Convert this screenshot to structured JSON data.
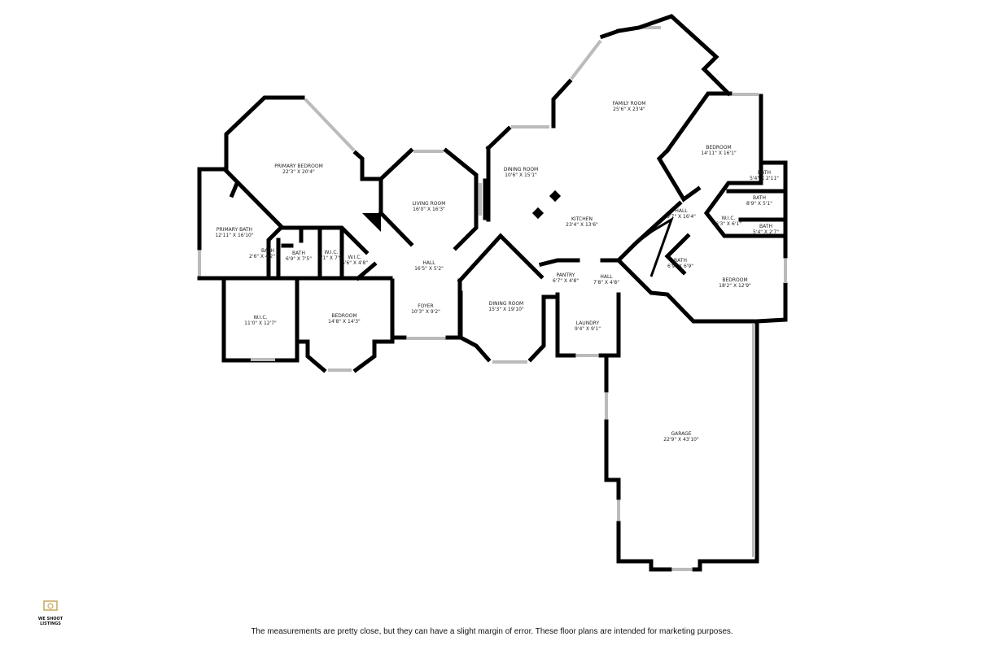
{
  "rooms": [
    {
      "name": "PRIMARY BEDROOM",
      "dims": "22'3\" X 20'4\""
    },
    {
      "name": "PRIMARY BATH",
      "dims": "12'11\" X 16'10\""
    },
    {
      "name": "BATH",
      "dims": "2'6\" X 4'2\""
    },
    {
      "name": "BATH",
      "dims": "6'9\" X 7'5\""
    },
    {
      "name": "W.I.C.",
      "dims": "3'1\" X 7'5\""
    },
    {
      "name": "W.I.C.",
      "dims": "5'6\" X 4'8\""
    },
    {
      "name": "W.I.C.",
      "dims": "11'0\" X 12'7\""
    },
    {
      "name": "BEDROOM",
      "dims": "14'8\" X 14'3\""
    },
    {
      "name": "LIVING ROOM",
      "dims": "16'0\" X 16'3\""
    },
    {
      "name": "HALL",
      "dims": "16'5\" X 5'2\""
    },
    {
      "name": "FOYER",
      "dims": "10'3\" X 9'2\""
    },
    {
      "name": "DINING ROOM",
      "dims": "15'3\" X 19'10\""
    },
    {
      "name": "DINING ROOM",
      "dims": "10'6\" X 15'1\""
    },
    {
      "name": "KITCHEN",
      "dims": "23'4\" X 13'6\""
    },
    {
      "name": "FAMILY ROOM",
      "dims": "25'6\" X 23'4\""
    },
    {
      "name": "PANTRY",
      "dims": "6'7\" X 4'8\""
    },
    {
      "name": "HALL",
      "dims": "7'8\" X 4'8\""
    },
    {
      "name": "LAUNDRY",
      "dims": "9'4\" X 9'1\""
    },
    {
      "name": "GARAGE",
      "dims": "22'9\" X 43'10\""
    },
    {
      "name": "BEDROOM",
      "dims": "14'11\" X 16'1\""
    },
    {
      "name": "BATH",
      "dims": "5'4\" X 2'11\""
    },
    {
      "name": "BATH",
      "dims": "8'9\" X 5'1\""
    },
    {
      "name": "W.I.C.",
      "dims": "6'3\" X 6'1\""
    },
    {
      "name": "BATH",
      "dims": "5'4\" X 2'7\""
    },
    {
      "name": "HALL",
      "dims": "9'7\" X 16'4\""
    },
    {
      "name": "BATH",
      "dims": "6'9\" X 6'9\""
    },
    {
      "name": "BEDROOM",
      "dims": "18'2\" X 12'9\""
    }
  ],
  "logo": {
    "text": "WE SHOOT LISTINGS"
  },
  "disclaimer": "The measurements are pretty close, but they can have a slight margin of error. These floor plans are intended for marketing purposes."
}
